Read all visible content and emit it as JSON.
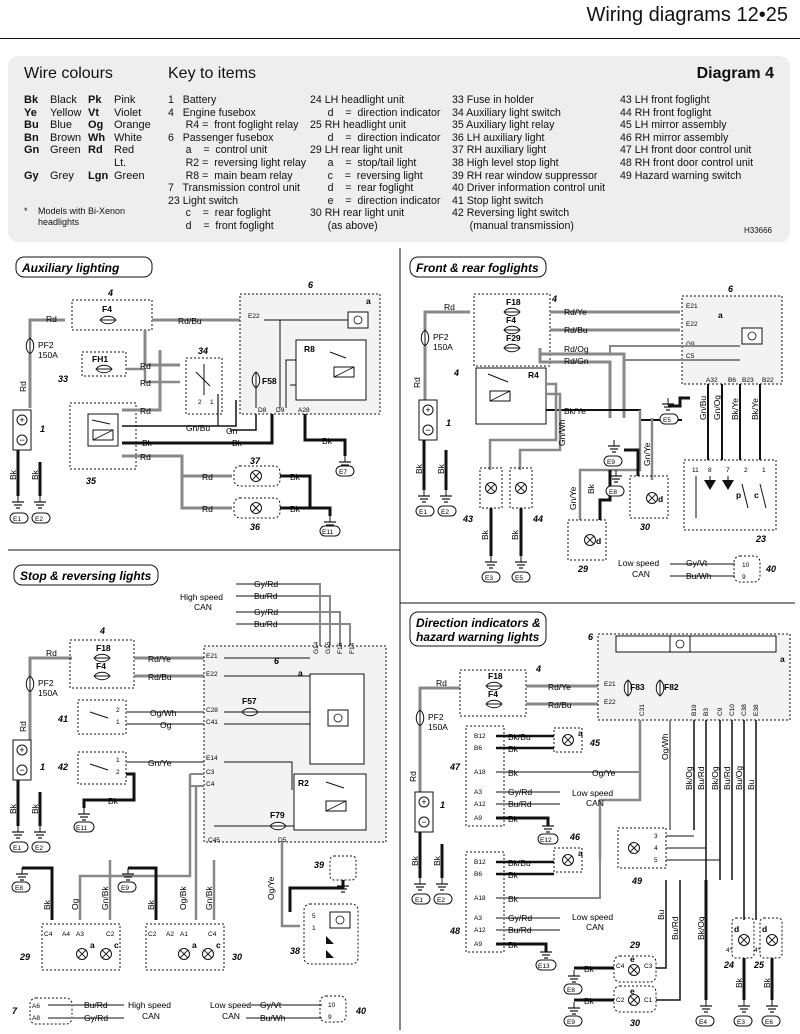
{
  "header": {
    "title": "Wiring diagrams 12•25"
  },
  "key": {
    "wire_title": "Wire colours",
    "items_title": "Key to items",
    "diagram_label": "Diagram 4",
    "wire_colours": [
      [
        "Bk",
        "Black",
        "Pk",
        "Pink"
      ],
      [
        "Ye",
        "Yellow",
        "Vt",
        "Violet"
      ],
      [
        "Bu",
        "Blue",
        "Og",
        "Orange"
      ],
      [
        "Bn",
        "Brown",
        "Wh",
        "White"
      ],
      [
        "Gn",
        "Green",
        "Rd",
        "Red"
      ],
      [
        "Gy",
        "Grey",
        "Lgn",
        "Lt. Green"
      ]
    ],
    "footnote_star": "*",
    "footnote": "Models with Bi-Xenon headlights",
    "col1": "1   Battery\n4   Engine fusebox\n      R4 =  front foglight relay\n6   Passenger fusebox\n      a    =  control unit\n      R2 =  reversing light relay\n      R8 =  main beam relay\n7   Transmission control unit\n23 Light switch\n      c    =  rear foglight\n      d    =  front foglight",
    "col2": "24 LH headlight unit\n      d    =  direction indicator\n25 RH headlight unit\n      d    =  direction indicator\n29 LH rear light unit\n      a    =  stop/tail light\n      c    =  reversing light\n      d    =  rear foglight\n      e    =  direction indicator\n30 RH rear light unit\n      (as above)",
    "col3": "33 Fuse in holder\n34 Auxiliary light switch\n35 Auxiliary light relay\n36 LH auxiliary light\n37 RH auxiliary light\n38 High level stop light\n39 RH rear window suppressor\n40 Driver information control unit\n41 Stop light switch\n42 Reversing light switch\n      (manual transmission)",
    "col4": "43 LH front foglight\n44 RH front foglight\n45 LH mirror assembly\n46 RH mirror assembly\n47 LH front door control unit\n48 RH front door control unit\n49 Hazard warning switch",
    "ref": "H33666"
  },
  "sections": {
    "aux": "Auxiliary lighting",
    "fog": "Front & rear foglights",
    "stop": "Stop & reversing lights",
    "dir1": "Direction indicators &",
    "dir2": "hazard warning lights"
  },
  "labels": {
    "rd": "Rd",
    "bk": "Bk",
    "gn": "Gn",
    "rd_bu": "Rd/Bu",
    "rd_ye": "Rd/Ye",
    "gn_bu": "Gn/Bu",
    "rd_og": "Rd/Og",
    "rd_gn": "Rd/Gn",
    "bk_ye": "Bk/Ye",
    "gn_wh": "Gn/Wh",
    "gn_ye": "Gn/Ye",
    "gy_rd": "Gy/Rd",
    "bu_rd": "Bu/Rd",
    "og_wh": "Og/Wh",
    "og": "Og",
    "gn_bk": "Gn/Bk",
    "og_bk": "Og/Bk",
    "og_ye": "Og/Ye",
    "bk_bu": "Bk/Bu",
    "bk_og": "Bk/Og",
    "bu_og": "Bu/Og",
    "bu": "Bu",
    "gy_vt": "Gy/Vt",
    "bu_wh": "Bu/Wh",
    "gn_og": "Gn/Og",
    "bk_ye2": "Bk/Ye",
    "pf2": "PF2",
    "a150": "150A",
    "f4": "F4",
    "f18": "F18",
    "f29": "F29",
    "fh1": "FH1",
    "f58": "F58",
    "f57": "F57",
    "f79": "F79",
    "f83": "F83",
    "f82": "F82",
    "r8": "R8",
    "r4": "R4",
    "r2": "R2",
    "hs_can1": "High speed",
    "hs_can2": "CAN",
    "ls_can1": "Low speed",
    "ls_can2": "CAN",
    "e1": "E1",
    "e2": "E2",
    "e3": "E3",
    "e4": "E4",
    "e5": "E5",
    "e6": "E6",
    "e7": "E7",
    "e8": "E8",
    "e9": "E9",
    "e11": "E11",
    "e12": "E12",
    "e13": "E13",
    "n1": "1",
    "n4": "4",
    "n6": "6",
    "n7": "7",
    "n23": "23",
    "n24": "24",
    "n25": "25",
    "n29": "29",
    "n30": "30",
    "n33": "33",
    "n34": "34",
    "n35": "35",
    "n36": "36",
    "n37": "37",
    "n38": "38",
    "n39": "39",
    "n40": "40",
    "n41": "41",
    "n42": "42",
    "n43": "43",
    "n44": "44",
    "n45": "45",
    "n46": "46",
    "n47": "47",
    "n48": "48",
    "n49": "49",
    "a": "a",
    "c": "c",
    "d": "d",
    "e": "e",
    "p": "p",
    "e21": "E21",
    "e22": "E22",
    "g9": "G9",
    "c5": "C5",
    "a32": "A32",
    "b6": "B6",
    "b23": "B23",
    "b22": "B22",
    "d8": "D8",
    "d9": "D9",
    "a28": "A28",
    "c28": "C28",
    "c41": "C41",
    "e14": "E14",
    "c3": "C3",
    "c4": "C4",
    "c45": "C45",
    "d5": "D5",
    "g14": "G14",
    "g15": "G15",
    "f16": "F16",
    "f14": "F14",
    "b12": "B12",
    "a18": "A18",
    "a3": "A3",
    "a12": "A12",
    "a9": "A9",
    "a6": "A6",
    "a8": "A8",
    "c31": "C31",
    "b19": "B19",
    "b3": "B3",
    "c2": "C2",
    "c10": "C10",
    "c38": "C38",
    "e38": "E38",
    "n10": "10",
    "n9": "9",
    "n11": "11",
    "n8": "8",
    "n2": "2",
    "n3": "3",
    "n5": "5",
    "n4s": "4*"
  }
}
